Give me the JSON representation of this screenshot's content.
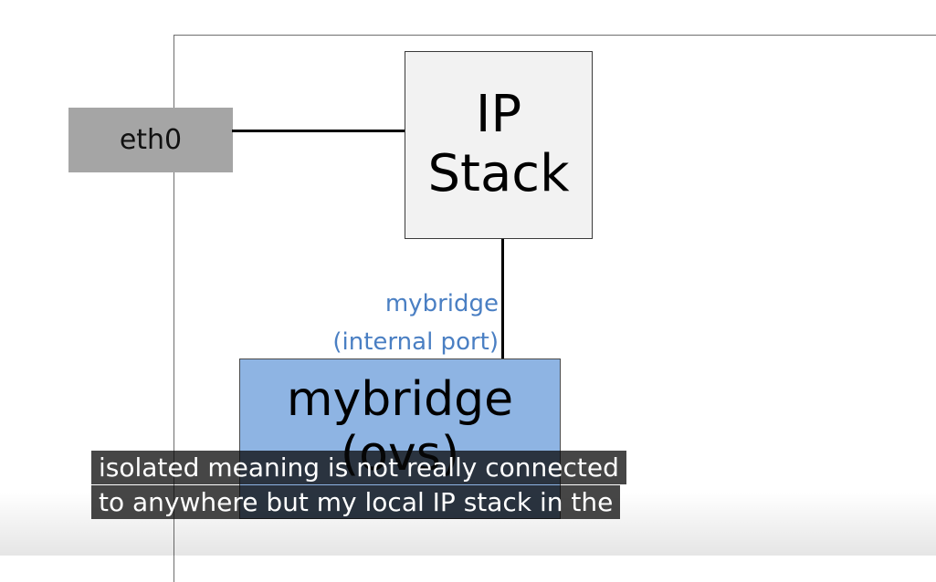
{
  "diagram": {
    "eth0_label": "eth0",
    "ip_stack_label_line1": "IP",
    "ip_stack_label_line2": "Stack",
    "port_label_line1": "mybridge",
    "port_label_line2": "(internal port)",
    "bridge_name": "mybridge",
    "bridge_sub": "(ovs)"
  },
  "colors": {
    "eth0_fill": "#a5a5a5",
    "ip_stack_fill": "#f2f2f2",
    "bridge_fill": "#8eb4e3",
    "port_label": "#4a7fc3",
    "links": "#000000"
  },
  "captions": {
    "line1": "isolated meaning is not really connected",
    "line2": "to anywhere but my local IP stack in the"
  }
}
